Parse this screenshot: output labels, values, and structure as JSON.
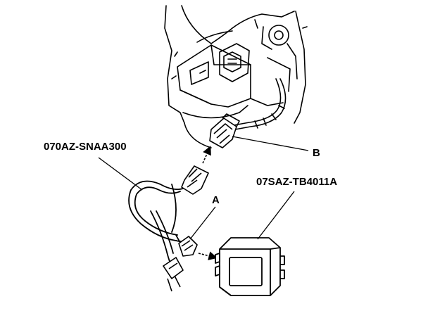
{
  "labels": {
    "harness_part_number": "070AZ-SNAA300",
    "box_part_number": "07SAZ-TB4011A",
    "connection_a": "A",
    "connection_b": "B"
  },
  "colors": {
    "line": "#000000",
    "background": "#ffffff"
  }
}
